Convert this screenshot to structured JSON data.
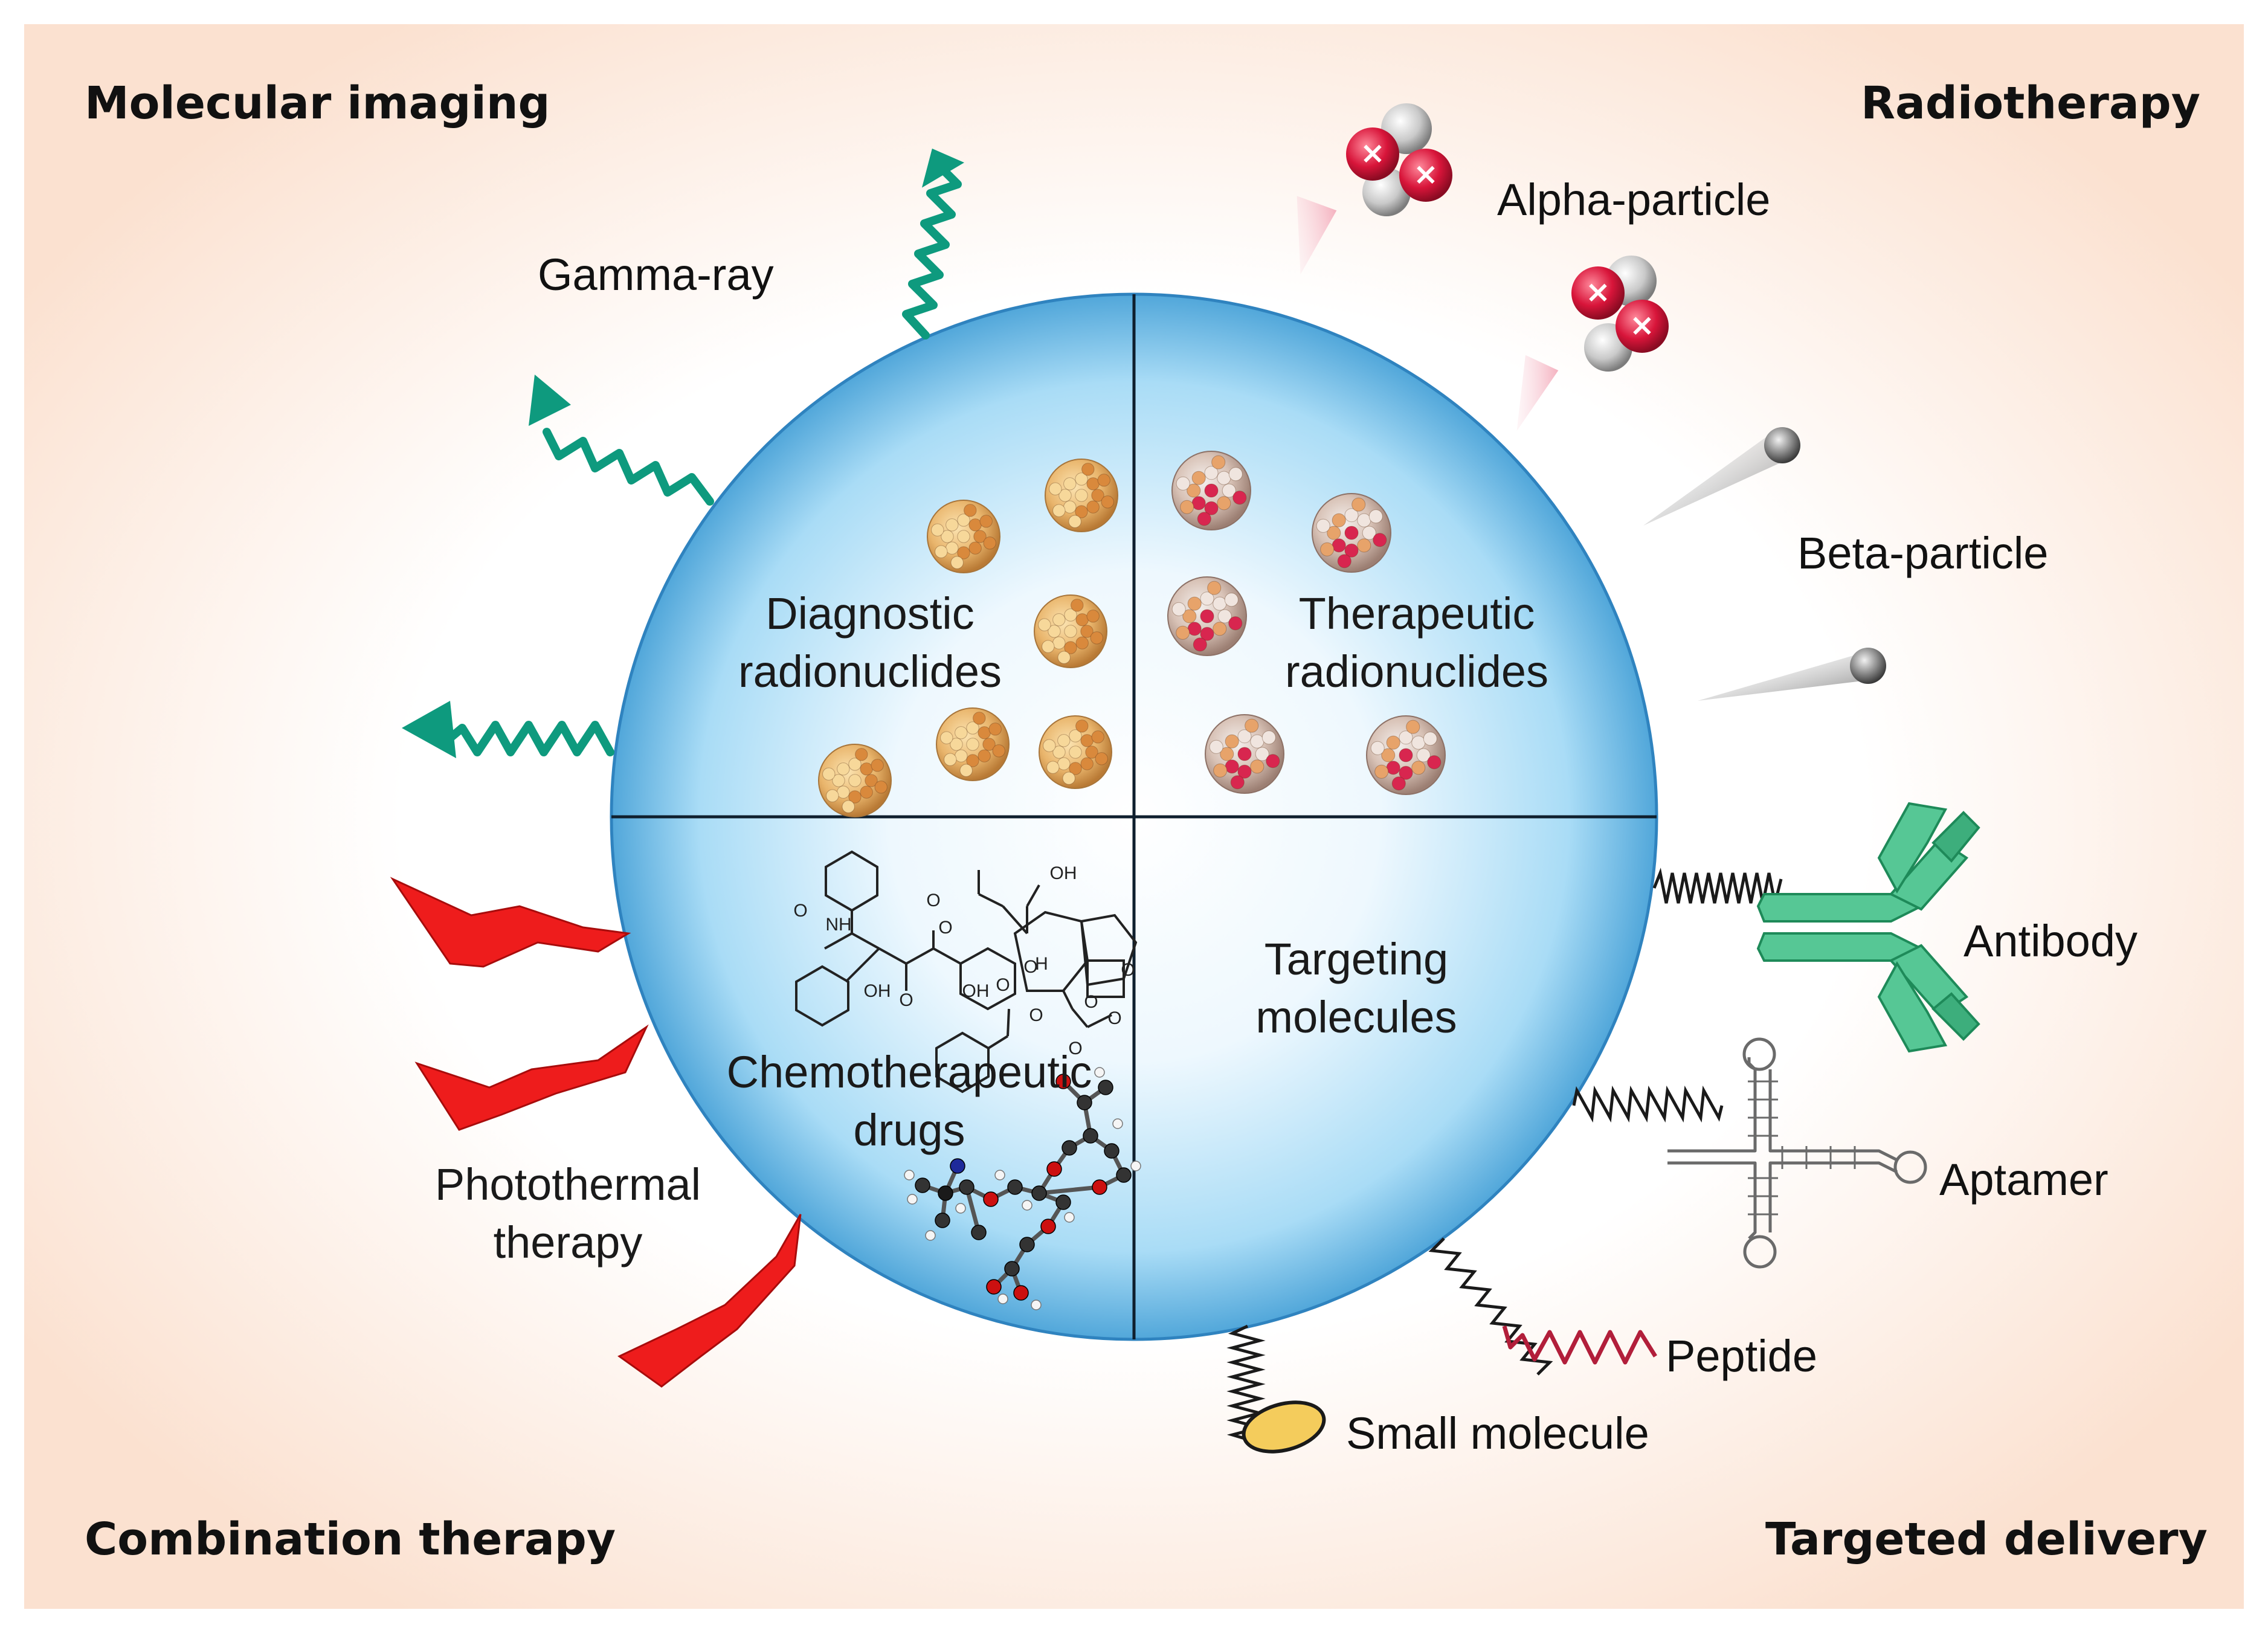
{
  "corners": {
    "top_left": "Molecular imaging",
    "top_right": "Radiotherapy",
    "bottom_left": "Combination therapy",
    "bottom_right": "Targeted delivery"
  },
  "quadrants": {
    "diagnostic": [
      "Diagnostic",
      "radionuclides"
    ],
    "therapeutic": [
      "Therapeutic",
      "radionuclides"
    ],
    "chemo": [
      "Chemotherapeutic",
      "drugs"
    ],
    "targeting": [
      "Targeting",
      "molecules"
    ]
  },
  "emissions": {
    "gamma": "Gamma-ray",
    "alpha": "Alpha-particle",
    "beta": "Beta-particle"
  },
  "combination": {
    "photothermal": [
      "Photothermal",
      "therapy"
    ]
  },
  "ligands": {
    "antibody": "Antibody",
    "aptamer": "Aptamer",
    "peptide": "Peptide",
    "small_molecule": "Small molecule"
  },
  "molecule_atoms": [
    "O",
    "NH",
    "OH",
    "O",
    "O",
    "O",
    "OH",
    "O",
    "O",
    "O",
    "O",
    "H",
    "OH",
    "O",
    "O",
    "O"
  ],
  "colors": {
    "sphere": "#74c1ec",
    "gamma_wave": "#0e9a7e",
    "lightning": "#ee1c1c",
    "antibody": "#56c795",
    "peptide": "#b21e3a",
    "small_molecule": "#f4cc5c",
    "nucleus_diag": "#d99a4a",
    "nucleus_ther": "#d8264f"
  }
}
